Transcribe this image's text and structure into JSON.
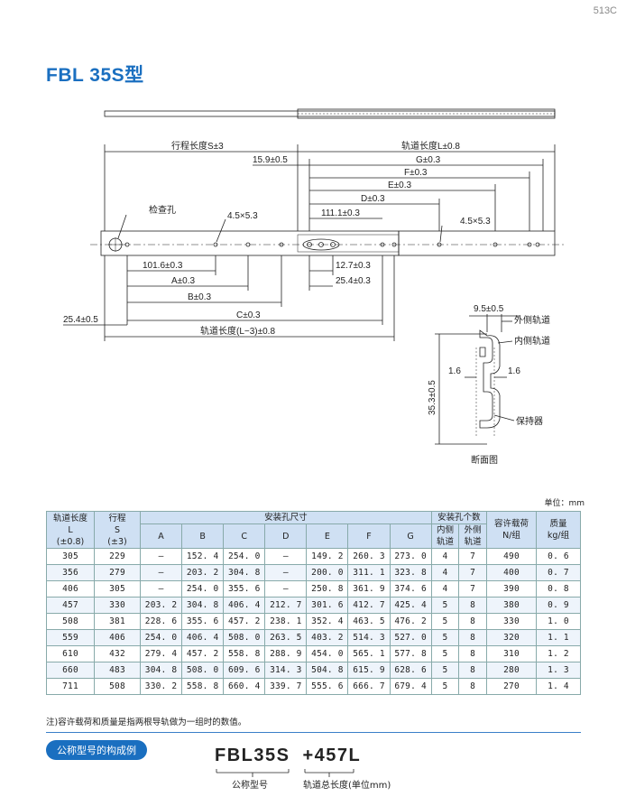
{
  "page_number": "513C",
  "title": "FBL 35S型",
  "drawing": {
    "labels": {
      "stroke": "行程长度S±3",
      "rail_length": "轨道长度L±0.8",
      "g": "G±0.3",
      "f": "F±0.3",
      "e": "E±0.3",
      "d": "D±0.3",
      "d159": "15.9±0.5",
      "d1111": "111.1±0.3",
      "hole_right": "4.5×5.3",
      "hole_left": "4.5×5.3",
      "inspect_hole": "检查孔",
      "d1016": "101.6±0.3",
      "a": "A±0.3",
      "b": "B±0.3",
      "c": "C±0.3",
      "d254": "25.4±0.5",
      "rail_len_minus": "轨道长度(L−3)±0.8",
      "d127": "12.7±0.3",
      "d254b": "25.4±0.3",
      "d95": "9.5±0.5",
      "outer_rail": "外侧轨道",
      "inner_rail": "内侧轨道",
      "d16a": "1.6",
      "d16b": "1.6",
      "height": "35.3±0.5",
      "retainer": "保持器",
      "section": "断面图"
    }
  },
  "table": {
    "unit": "单位：mm",
    "headers": {
      "length": [
        "轨道长度",
        "L",
        "(±0.8)"
      ],
      "stroke": [
        "行程",
        "S",
        "(±3)"
      ],
      "mount": "安装孔尺寸",
      "mount_cols": [
        "A",
        "B",
        "C",
        "D",
        "E",
        "F",
        "G"
      ],
      "holes": "安装孔个数",
      "inner": [
        "内侧",
        "轨道"
      ],
      "outer": [
        "外侧",
        "轨道"
      ],
      "load": [
        "容许载荷",
        "N/组"
      ],
      "mass": [
        "质量",
        "kg/组"
      ]
    },
    "rows": [
      [
        "305",
        "229",
        "—",
        "152. 4",
        "254. 0",
        "—",
        "149. 2",
        "260. 3",
        "273. 0",
        "4",
        "7",
        "490",
        "0. 6"
      ],
      [
        "356",
        "279",
        "—",
        "203. 2",
        "304. 8",
        "—",
        "200. 0",
        "311. 1",
        "323. 8",
        "4",
        "7",
        "400",
        "0. 7"
      ],
      [
        "406",
        "305",
        "—",
        "254. 0",
        "355. 6",
        "—",
        "250. 8",
        "361. 9",
        "374. 6",
        "4",
        "7",
        "390",
        "0. 8"
      ],
      [
        "457",
        "330",
        "203. 2",
        "304. 8",
        "406. 4",
        "212. 7",
        "301. 6",
        "412. 7",
        "425. 4",
        "5",
        "8",
        "380",
        "0. 9"
      ],
      [
        "508",
        "381",
        "228. 6",
        "355. 6",
        "457. 2",
        "238. 1",
        "352. 4",
        "463. 5",
        "476. 2",
        "5",
        "8",
        "330",
        "1. 0"
      ],
      [
        "559",
        "406",
        "254. 0",
        "406. 4",
        "508. 0",
        "263. 5",
        "403. 2",
        "514. 3",
        "527. 0",
        "5",
        "8",
        "320",
        "1. 1"
      ],
      [
        "610",
        "432",
        "279. 4",
        "457. 2",
        "558. 8",
        "288. 9",
        "454. 0",
        "565. 1",
        "577. 8",
        "5",
        "8",
        "310",
        "1. 2"
      ],
      [
        "660",
        "483",
        "304. 8",
        "508. 0",
        "609. 6",
        "314. 3",
        "504. 8",
        "615. 9",
        "628. 6",
        "5",
        "8",
        "280",
        "1. 3"
      ],
      [
        "711",
        "508",
        "330. 2",
        "558. 8",
        "660. 4",
        "339. 7",
        "555. 6",
        "666. 7",
        "679. 4",
        "5",
        "8",
        "270",
        "1. 4"
      ]
    ],
    "note": "注)容许载荷和质量是指两根导轨做为一组时的数值。"
  },
  "example": {
    "badge": "公称型号的构成例",
    "model": "FBL35S",
    "length": "+457L",
    "model_label": "公称型号",
    "length_label": "轨道总长度(单位mm)"
  }
}
